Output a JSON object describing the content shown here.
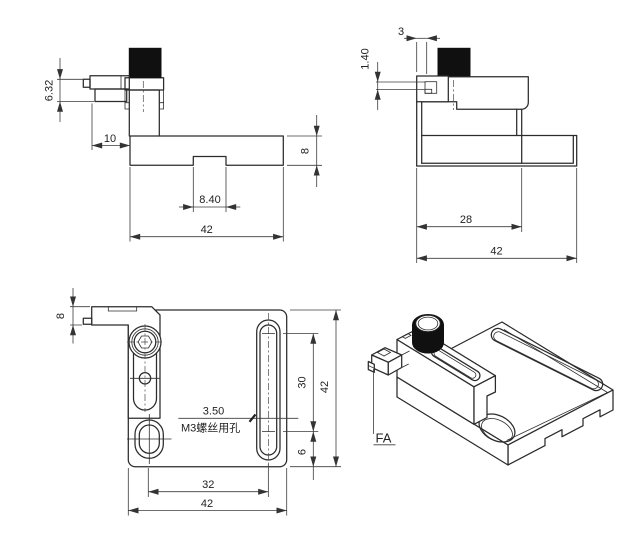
{
  "drawing": {
    "background": "#ffffff",
    "line_color": "#2b2b2b",
    "knob_fill": "#101010",
    "views": {
      "front_view": {
        "dims": {
          "connector_height": "6.32",
          "connector_offset": "10",
          "notch_width": "8.40",
          "overall_width": "42",
          "plate_thickness": "8"
        }
      },
      "side_view": {
        "dims": {
          "edge_offset": "3",
          "pin_height": "1.40",
          "body_depth": "28",
          "overall_depth": "42"
        }
      },
      "top_view": {
        "dims": {
          "connector_width": "8",
          "hole_diameter": "3.50",
          "hole_note": "M3螺丝用孔",
          "slot_length": "30",
          "overall_height": "42",
          "slot_bottom_offset": "6",
          "hole_spacing": "32",
          "overall_width": "42"
        }
      },
      "isometric_view": {
        "label": "FA"
      }
    }
  }
}
